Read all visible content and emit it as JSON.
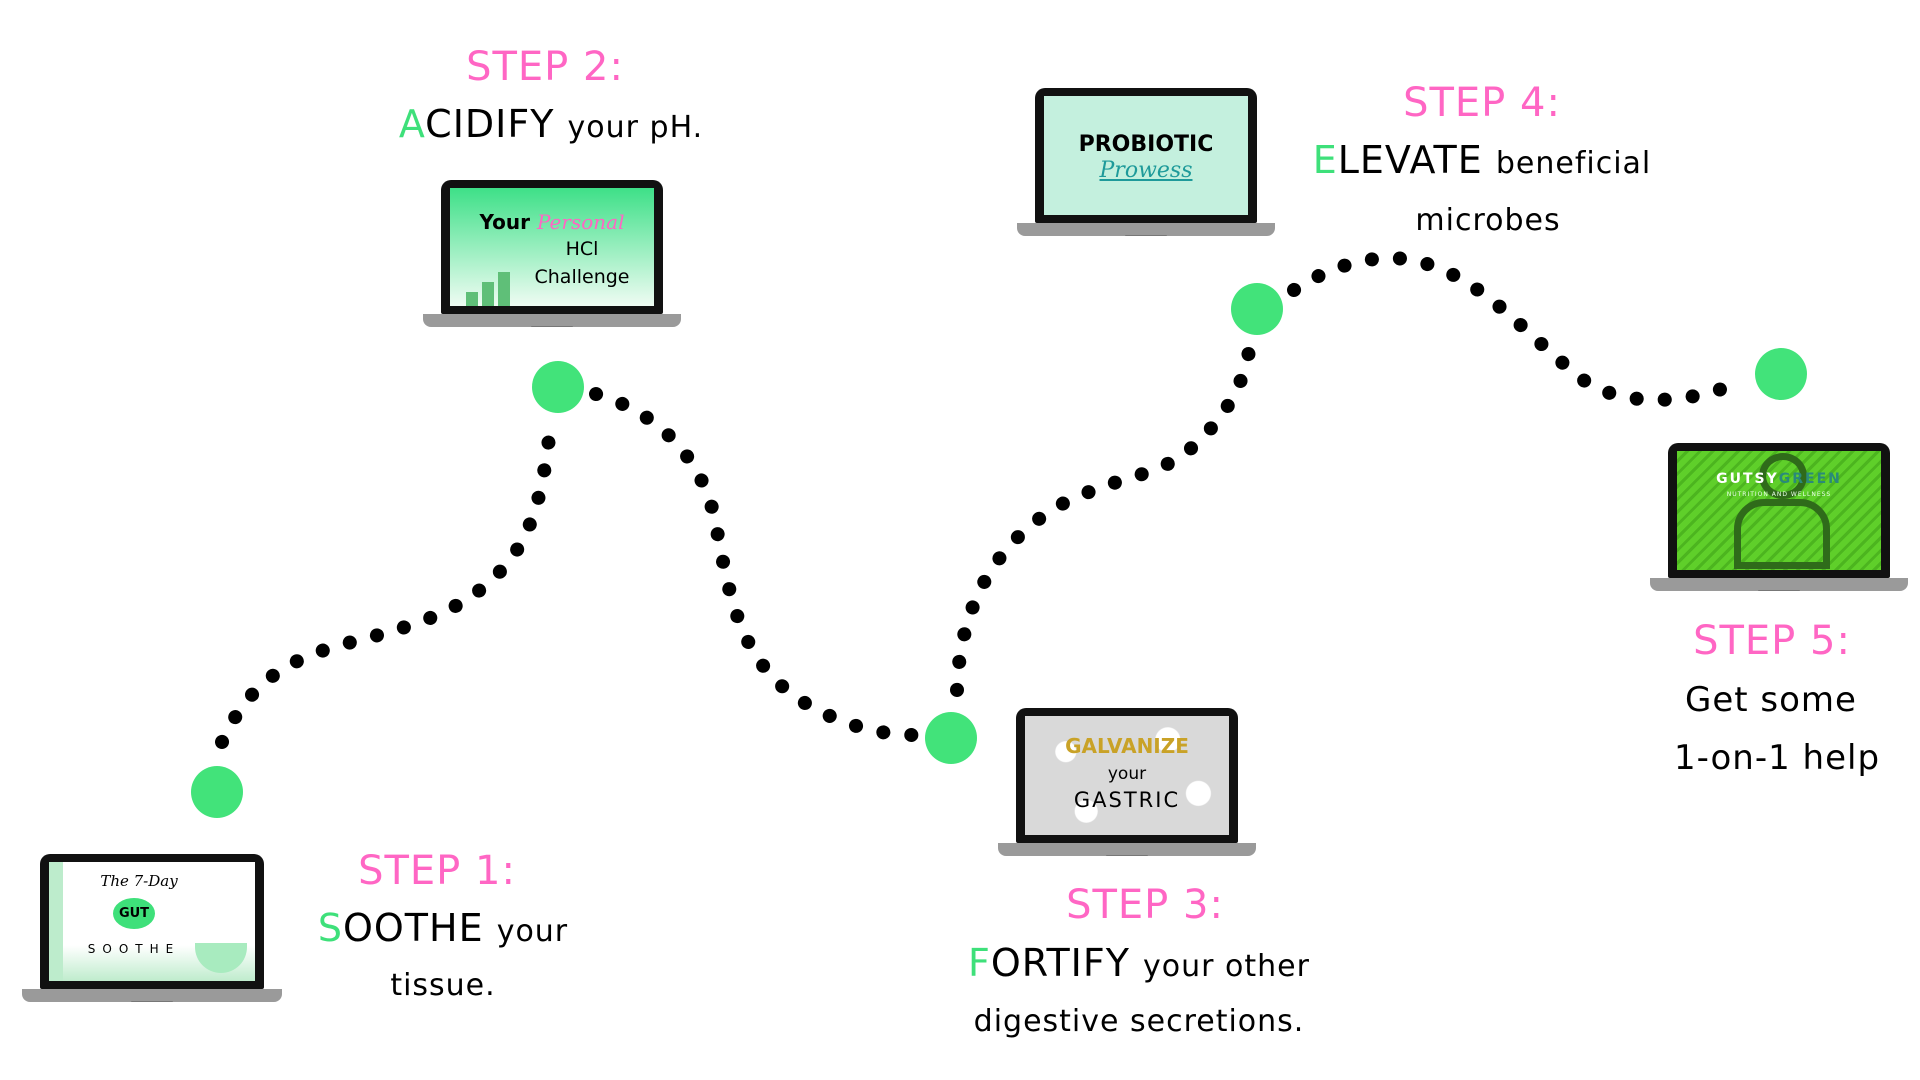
{
  "colors": {
    "step_label": "#ff66c4",
    "accent_green": "#3ee07a",
    "node": "#42e37a",
    "dots": "#000000",
    "text": "#000000"
  },
  "steps": [
    {
      "label": "STEP 1:",
      "first_letter": "S",
      "headline_rest": "OOTHE",
      "tail": "your",
      "line2": "tissue.",
      "laptop": {
        "title_top": "The 7-Day",
        "title_badge": "GUT",
        "title_bottom": "SOOTHE"
      }
    },
    {
      "label": "STEP 2:",
      "first_letter": "A",
      "headline_rest": "CIDIFY",
      "tail": "your pH.",
      "laptop": {
        "line1_a": "Your",
        "line1_b": "Personal",
        "line2": "HCl",
        "line3": "Challenge"
      }
    },
    {
      "label": "STEP 3:",
      "first_letter": "F",
      "headline_rest": "ORTIFY",
      "tail": "your other",
      "line2": "digestive secretions.",
      "laptop": {
        "line1": "GALVANIZE",
        "line2": "your",
        "line3": "GASTRIC"
      }
    },
    {
      "label": "STEP 4:",
      "first_letter": "E",
      "headline_rest": "LEVATE",
      "tail": "beneficial",
      "line2": "microbes",
      "laptop": {
        "line1": "PROBIOTIC",
        "line2": "Prowess"
      }
    },
    {
      "label": "STEP 5:",
      "line1": "Get some",
      "line2": "1-on-1 help",
      "laptop": {
        "brand_a": "GUTSY",
        "brand_b": "GREEN",
        "tagline": "NUTRITION AND WELLNESS"
      }
    }
  ]
}
